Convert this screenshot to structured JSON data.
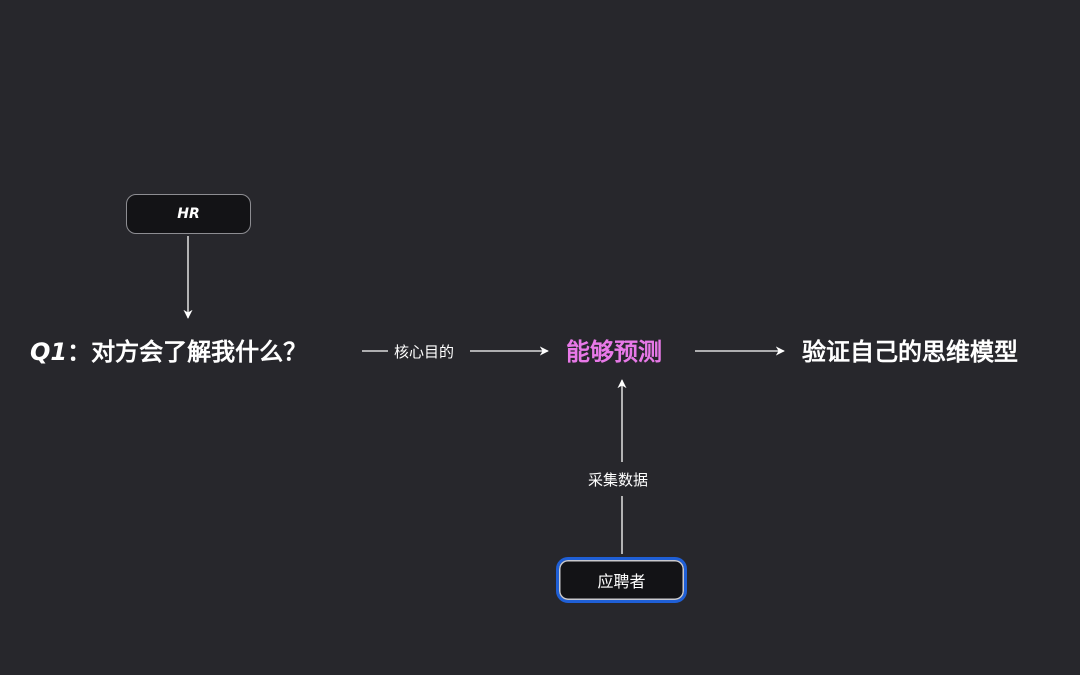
{
  "diagram": {
    "hr_box": {
      "label": "HR"
    },
    "question": {
      "prefix": "Q1",
      "text": "：对方会了解我什么？"
    },
    "center": {
      "label": "能够预测"
    },
    "right": {
      "label": "验证自己的思维模型"
    },
    "edge_core": {
      "label": "核心目的"
    },
    "edge_collect": {
      "label": "采集数据"
    },
    "applicant_box": {
      "label": "应聘者"
    }
  },
  "colors": {
    "background": "#27272c",
    "highlight": "#e879e8",
    "applicant_border": "#1f5fd6",
    "box_fill": "#131316"
  }
}
